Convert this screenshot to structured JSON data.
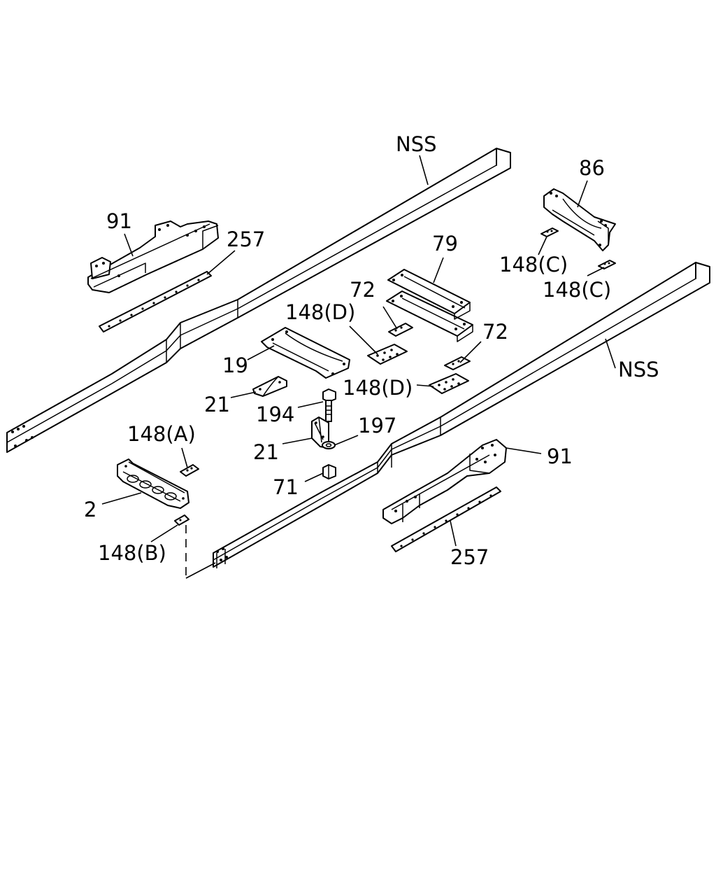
{
  "labels": {
    "nss_left": "NSS",
    "nss_right": "NSS",
    "p86": "86",
    "p91_left": "91",
    "p257_left": "257",
    "p79": "79",
    "p148c_top": "148(C)",
    "p148c_bottom": "148(C)",
    "p72_top": "72",
    "p148d_top": "148(D)",
    "p72_right": "72",
    "p19": "19",
    "p148d_mid": "148(D)",
    "p21_top": "21",
    "p194": "194",
    "p197": "197",
    "p148a": "148(A)",
    "p21_bottom": "21",
    "p91_right": "91",
    "p71": "71",
    "p2": "2",
    "p148b": "148(B)",
    "p257_right": "257"
  }
}
